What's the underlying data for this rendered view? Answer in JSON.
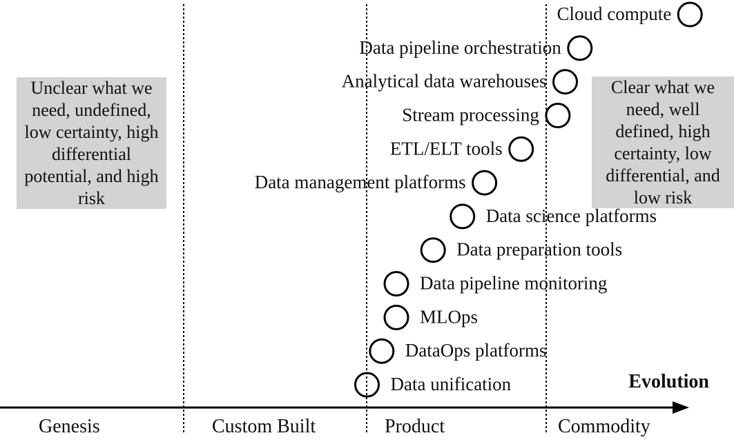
{
  "axis": {
    "label": "Evolution",
    "stages": [
      {
        "name": "Genesis"
      },
      {
        "name": "Custom Built"
      },
      {
        "name": "Product"
      },
      {
        "name": "Commodity"
      }
    ]
  },
  "notes": {
    "left": "Unclear what we need, undefined, low certainty, high differential potential, and high risk",
    "right": "Clear what we need, well defined, high certainty, low differential, and low risk"
  },
  "components": [
    {
      "label": "Cloud compute",
      "evolution": 0.94,
      "label_side": "left"
    },
    {
      "label": "Data pipeline orchestration",
      "evolution": 0.79,
      "label_side": "left"
    },
    {
      "label": "Analytical data warehouses",
      "evolution": 0.77,
      "label_side": "left"
    },
    {
      "label": "Stream processing",
      "evolution": 0.76,
      "label_side": "left"
    },
    {
      "label": "ETL/ELT tools",
      "evolution": 0.71,
      "label_side": "left"
    },
    {
      "label": "Data management platforms",
      "evolution": 0.66,
      "label_side": "left"
    },
    {
      "label": "Data science platforms",
      "evolution": 0.63,
      "label_side": "right"
    },
    {
      "label": "Data preparation tools",
      "evolution": 0.59,
      "label_side": "right"
    },
    {
      "label": "Data pipeline monitoring",
      "evolution": 0.54,
      "label_side": "right"
    },
    {
      "label": "MLOps",
      "evolution": 0.54,
      "label_side": "right"
    },
    {
      "label": "DataOps platforms",
      "evolution": 0.52,
      "label_side": "right"
    },
    {
      "label": "Data unification",
      "evolution": 0.5,
      "label_side": "right"
    }
  ]
}
